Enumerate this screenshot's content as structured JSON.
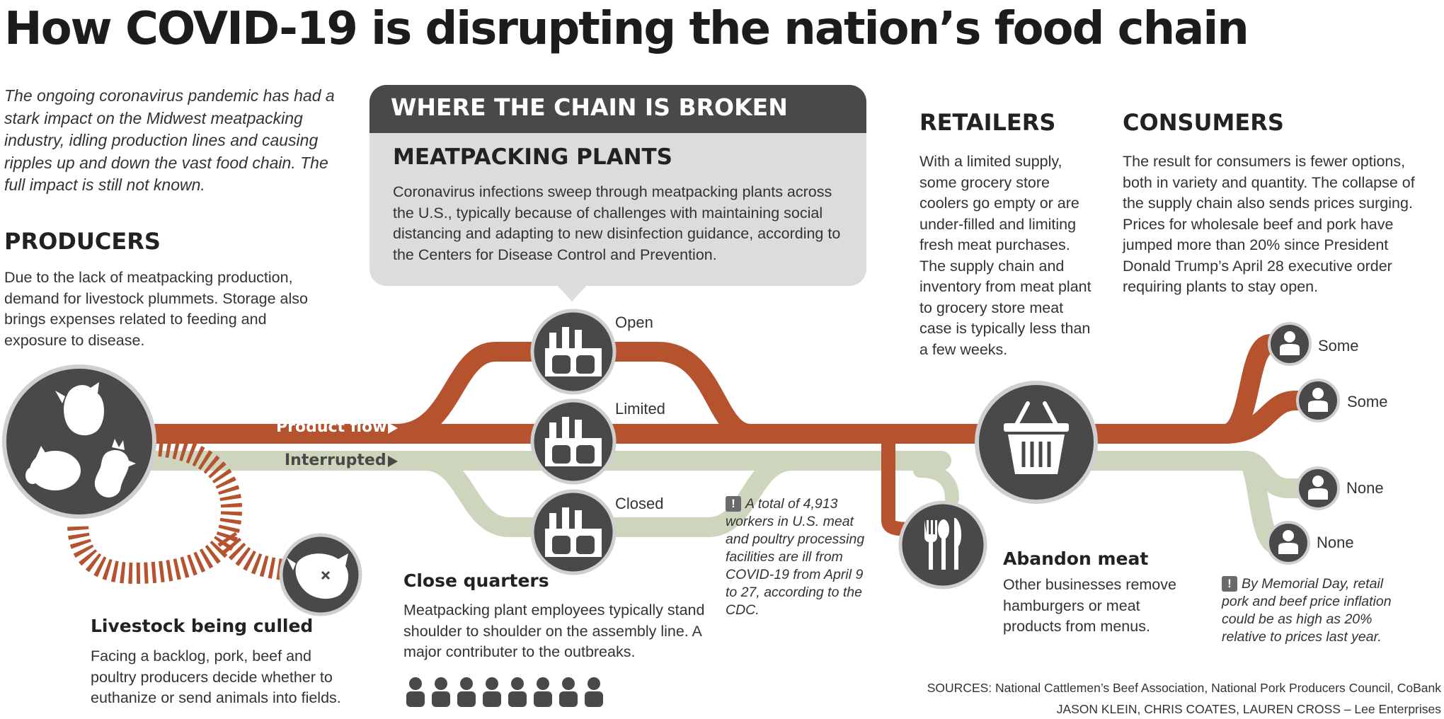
{
  "title": "How COVID-19 is disrupting the nation’s food chain",
  "intro": "The ongoing coronavirus pandemic has had a stark impact on the Midwest meatpacking industry, idling production lines and causing ripples up and down the vast food chain. The full impact is still not known.",
  "producers": {
    "heading": "PRODUCERS",
    "body": "Due to the lack of meatpacking production, demand for livestock plummets. Storage also brings expenses related to feeding and exposure to disease."
  },
  "culled": {
    "heading": "Livestock being culled",
    "body": "Facing a backlog, pork, beef and poultry producers decide whether to euthanize or send animals into fields."
  },
  "broken": {
    "banner": "WHERE THE CHAIN IS BROKEN",
    "heading": "MEATPACKING PLANTS",
    "body": "Coronavirus infections sweep through meatpacking plants across the U.S., typically because of challenges with maintaining social distancing and adapting to new disinfection guidance, according to the Centers for Disease Control and Prevention."
  },
  "flow": {
    "product": "Product flow",
    "interrupted": "Interrupted"
  },
  "plants": [
    {
      "status": "Open"
    },
    {
      "status": "Limited"
    },
    {
      "status": "Closed"
    }
  ],
  "close_quarters": {
    "heading": "Close quarters",
    "body": "Meatpacking plant employees typically stand shoulder to shoulder on the assembly line. A major contributer to the outbreaks."
  },
  "workers_note": "A total of 4,913 workers in U.S. meat and poultry processing facilities are ill from COVID-19 from April 9 to 27, according to the CDC.",
  "retailers": {
    "heading": "RETAILERS",
    "body": "With a limited supply, some grocery store coolers go empty or are under-filled and limiting fresh meat purchases. The supply chain and inventory from meat plant to grocery store meat case is typically less than a few weeks."
  },
  "consumers": {
    "heading": "CONSUMERS",
    "body": "The result for consumers is fewer options, both in variety and quantity. The collapse of the supply chain also sends prices surging. Prices for wholesale beef and pork have jumped more than 20% since President Donald Trump’s April 28 executive order requiring plants to stay open."
  },
  "consumer_outcomes": [
    {
      "label": "Some"
    },
    {
      "label": "Some"
    },
    {
      "label": "None"
    },
    {
      "label": "None"
    }
  ],
  "abandon": {
    "heading": "Abandon meat",
    "body": "Other businesses remove hamburgers or meat products from menus."
  },
  "price_note": "By Memorial Day, retail pork and beef price inflation could be as high as 20% relative to prices last year.",
  "sources": "SOURCES: National Cattlemen’s Beef Association, National Pork Producers Council, CoBank",
  "credits": "JASON KLEIN, CHRIS COATES, LAUREN CROSS – Lee Enterprises",
  "colors": {
    "product": "#b5532f",
    "interrupted": "#cdd6bd",
    "node": "#4a4849",
    "node_ring": "#cfcfcf",
    "banner": "#4a4849",
    "card": "#dcdcdc"
  }
}
